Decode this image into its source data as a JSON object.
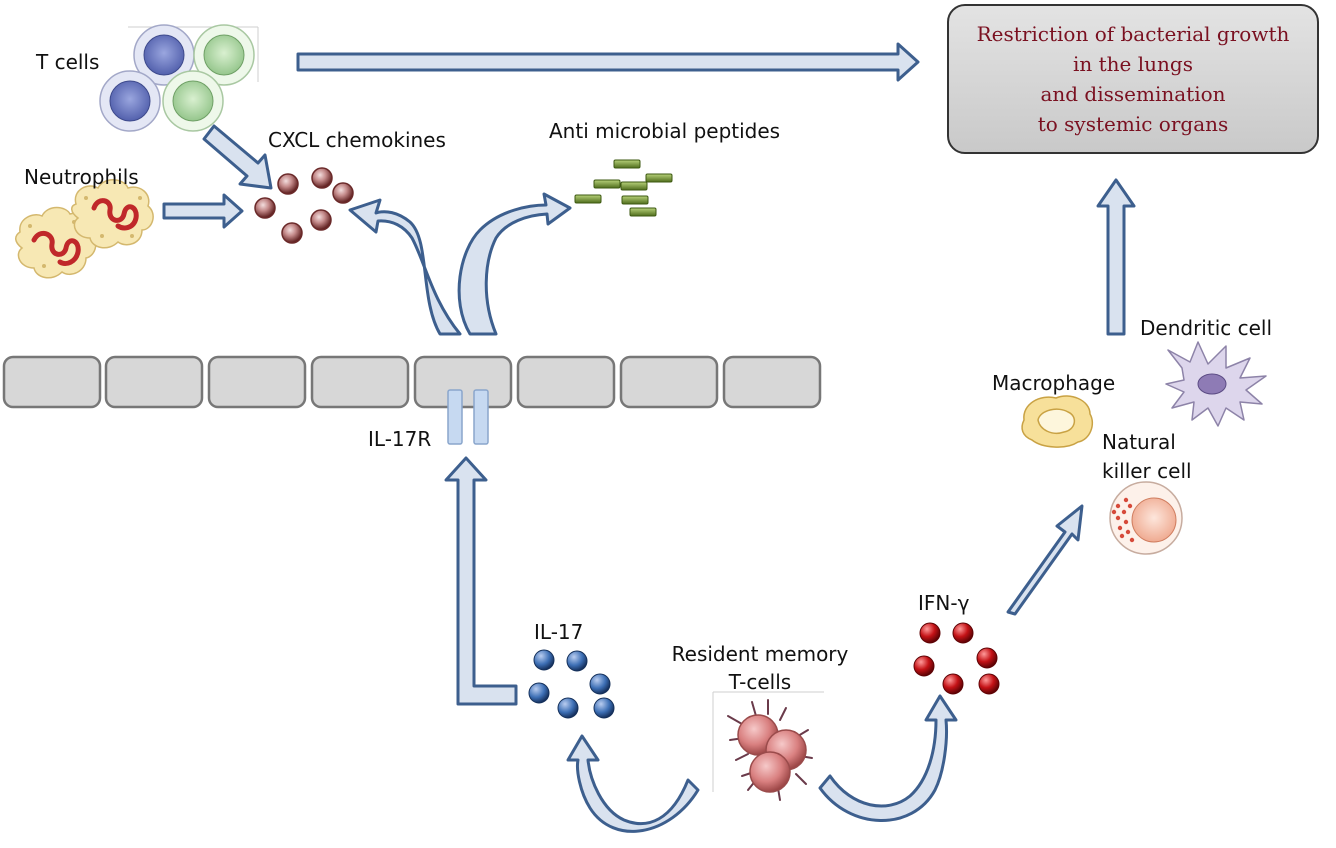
{
  "labels": {
    "t_cells": "T cells",
    "neutrophils": "Neutrophils",
    "cxcl_chemokines": "CXCL chemokines",
    "antimicrobial_peptides": "Anti microbial peptides",
    "il17r": "IL-17R",
    "il17": "IL-17",
    "resident_memory_line1": "Resident memory",
    "resident_memory_line2": "T-cells",
    "ifn_gamma": "IFN-γ",
    "macrophage": "Macrophage",
    "dendritic_cell": "Dendritic cell",
    "nk_line1": "Natural",
    "nk_line2": "killer cell"
  },
  "result_box": {
    "lines": [
      "Restriction of bacterial growth",
      "in the lungs",
      "and dissemination",
      "to systemic organs"
    ]
  },
  "colors": {
    "arrow_fill": "#d9e2ef",
    "arrow_stroke": "#3d5f8e",
    "result_text": "#7a1020",
    "epithelium": "#d7d7d7",
    "receptor": "#c6d9f1",
    "cxcl": "#8e4040",
    "il17": "#2f5f9e",
    "ifn": "#c41216",
    "peptide": "#6a8a2c"
  }
}
